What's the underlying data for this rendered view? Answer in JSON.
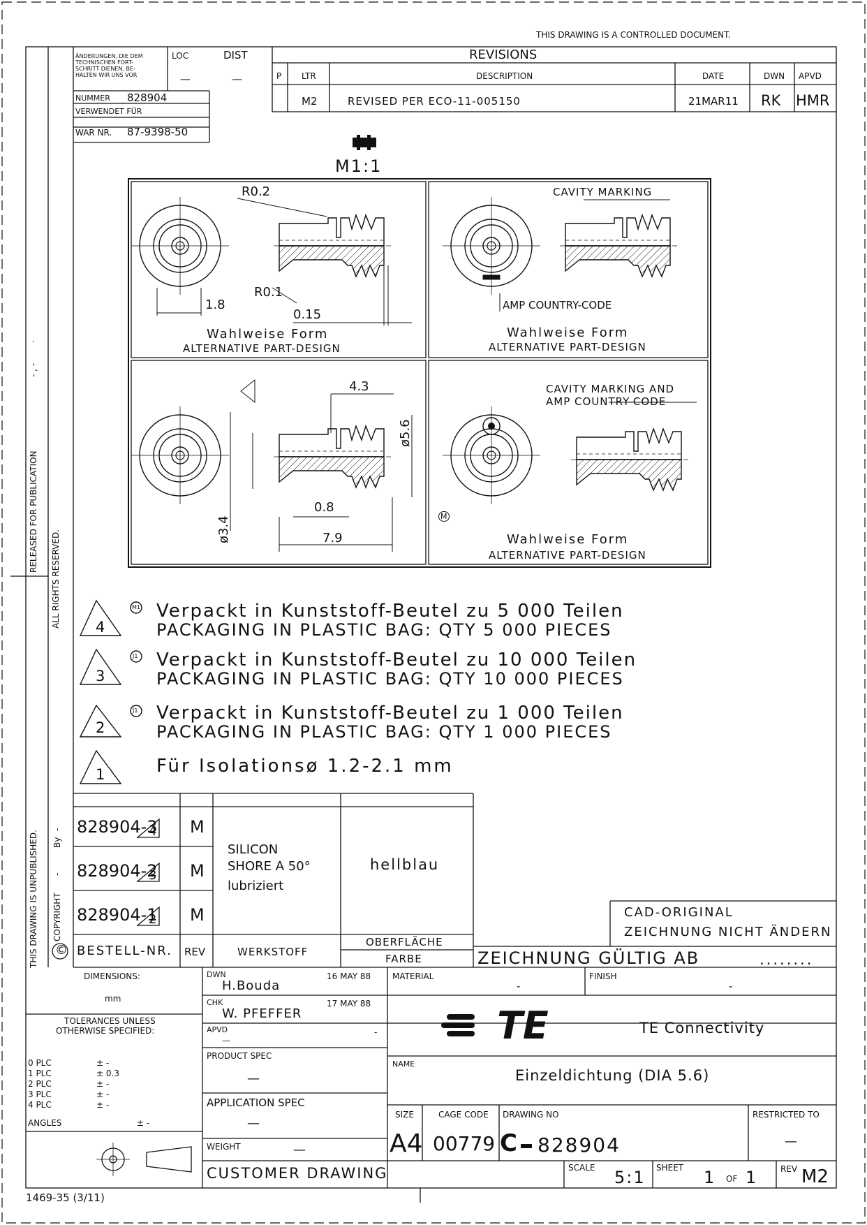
{
  "controlled_note": "THIS DRAWING IS A CONTROLLED DOCUMENT.",
  "header": {
    "change_note": [
      "ÄNDERUNGEN, DIE DEM",
      "TECHNISCHEN FORT-",
      "SCHRITT DIENEN, BE-",
      "HALTEN WIR UNS VOR"
    ],
    "loc_label": "LOC",
    "loc_value": "—",
    "dist_label": "DIST",
    "dist_value": "—",
    "nummer_label": "NUMMER",
    "nummer_value": "828904",
    "verwendet_label": "VERWENDET FÜR",
    "war_label": "WAR NR.",
    "war_value": "87-9398-50"
  },
  "revisions": {
    "title": "REVISIONS",
    "col_p": "P",
    "col_ltr": "LTR",
    "col_desc": "DESCRIPTION",
    "col_date": "DATE",
    "col_dwn": "DWN",
    "col_apvd": "APVD",
    "row": {
      "ltr": "M2",
      "desc": "REVISED PER ECO-11-005150",
      "date": "21MAR11",
      "dwn": "RK",
      "apvd": "HMR"
    }
  },
  "scale_label": "M1:1",
  "views": {
    "tl": {
      "r1": "R0.2",
      "r2": "R0.1",
      "d1": "1.8",
      "d2": "0.15",
      "de": "Wahlweise Form",
      "en": "ALTERNATIVE PART-DESIGN"
    },
    "tr": {
      "note": "CAVITY MARKING",
      "code": "AMP COUNTRY-CODE",
      "de": "Wahlweise Form",
      "en": "ALTERNATIVE PART-DESIGN"
    },
    "bl": {
      "d1": "4.3",
      "d2": "ø5.6",
      "d3": "ø3.4",
      "d4": "0.8",
      "d5": "7.9"
    },
    "br": {
      "note1": "CAVITY MARKING AND",
      "note2": "AMP COUNTRY-CODE",
      "sym": "M",
      "de": "Wahlweise Form",
      "en": "ALTERNATIVE PART-DESIGN"
    }
  },
  "notes": [
    {
      "num": "4",
      "sym": "M1",
      "de": "Verpackt in Kunststoff-Beutel zu 5 000 Teilen",
      "en": "PACKAGING IN PLASTIC BAG: QTY 5 000 PIECES"
    },
    {
      "num": "3",
      "sym": "J1",
      "de": "Verpackt in Kunststoff-Beutel zu 10 000 Teilen",
      "en": "PACKAGING IN PLASTIC BAG: QTY 10 000 PIECES"
    },
    {
      "num": "2",
      "sym": "J1",
      "de": "Verpackt in Kunststoff-Beutel zu 1 000 Teilen",
      "en": "PACKAGING IN PLASTIC BAG: QTY 1 000 PIECES"
    },
    {
      "num": "1",
      "de": "Für Isolationsø 1.2-2.1 mm"
    }
  ],
  "parts": {
    "rows": [
      {
        "nr": "828904-3",
        "tri": "4",
        "rev": "M"
      },
      {
        "nr": "828904-2",
        "tri": "3",
        "rev": "M"
      },
      {
        "nr": "828904-1",
        "tri": "2",
        "rev": "M"
      }
    ],
    "material": [
      "SILICON",
      "SHORE A 50°",
      "lubriziert"
    ],
    "color": "hellblau",
    "col_nr": "BESTELL-NR.",
    "col_rev": "REV",
    "col_mat": "WERKSTOFF",
    "col_surf": "OBERFLÄCHE",
    "col_farbe": "FARBE"
  },
  "cad": {
    "line1": "CAD-ORIGINAL",
    "line2": "ZEICHNUNG NICHT ÄNDERN"
  },
  "valid": {
    "label": "ZEICHNUNG GÜLTIG AB",
    "dots": "........"
  },
  "side": {
    "released": "RELEASED FOR PUBLICATION",
    "rights": "ALL RIGHTS RESERVED.",
    "unpublished": "THIS DRAWING IS UNPUBLISHED.",
    "copyright": "COPYRIGHT",
    "c": "©",
    "by": "By",
    "dash": "-",
    "dash2": "-",
    "dash3": "- , -",
    "dot": "."
  },
  "title_block": {
    "dimensions_label": "DIMENSIONS:",
    "dimensions_unit": "mm",
    "tol1": "TOLERANCES UNLESS",
    "tol2": "OTHERWISE SPECIFIED:",
    "plc": [
      {
        "k": "0 PLC",
        "v": "± -"
      },
      {
        "k": "1 PLC",
        "v": "± 0.3"
      },
      {
        "k": "2 PLC",
        "v": "± -"
      },
      {
        "k": "3 PLC",
        "v": "± -"
      },
      {
        "k": "4 PLC",
        "v": "± -"
      }
    ],
    "angles_label": "ANGLES",
    "angles_value": "± -",
    "dwn_label": "DWN",
    "dwn_name": "H.Bouda",
    "dwn_date": "16 MAY 88",
    "chk_label": "CHK",
    "chk_name": "W. PFEFFER",
    "chk_date": "17 MAY 88",
    "apvd_label": "APVD",
    "apvd_value": "—",
    "apvd_date": "-",
    "product_spec_label": "PRODUCT SPEC",
    "product_spec_value": "—",
    "application_spec_label": "APPLICATION SPEC",
    "application_spec_value": "—",
    "weight_label": "WEIGHT",
    "weight_value": "—",
    "customer_drawing": "CUSTOMER DRAWING",
    "material_label": "MATERIAL",
    "material_value": "-",
    "finish_label": "FINISH",
    "finish_value": "-",
    "logo_text": "TE",
    "company": "TE Connectivity",
    "name_label": "NAME",
    "name_value": "Einzeldichtung (DIA 5.6)",
    "size_label": "SIZE",
    "size_value": "A4",
    "cage_label": "CAGE CODE",
    "cage_value": "00779",
    "dwg_label": "DRAWING NO",
    "dwg_prefix": "C",
    "dwg_value": "828904",
    "restricted_label": "RESTRICTED TO",
    "restricted_value": "—",
    "scale_label": "SCALE",
    "scale_value": "5:1",
    "sheet_label": "SHEET",
    "sheet_value": "1",
    "of_label": "OF",
    "of_value": "1",
    "rev_label": "REV",
    "rev_value": "M2"
  },
  "form_number": "1469-35 (3/11)"
}
